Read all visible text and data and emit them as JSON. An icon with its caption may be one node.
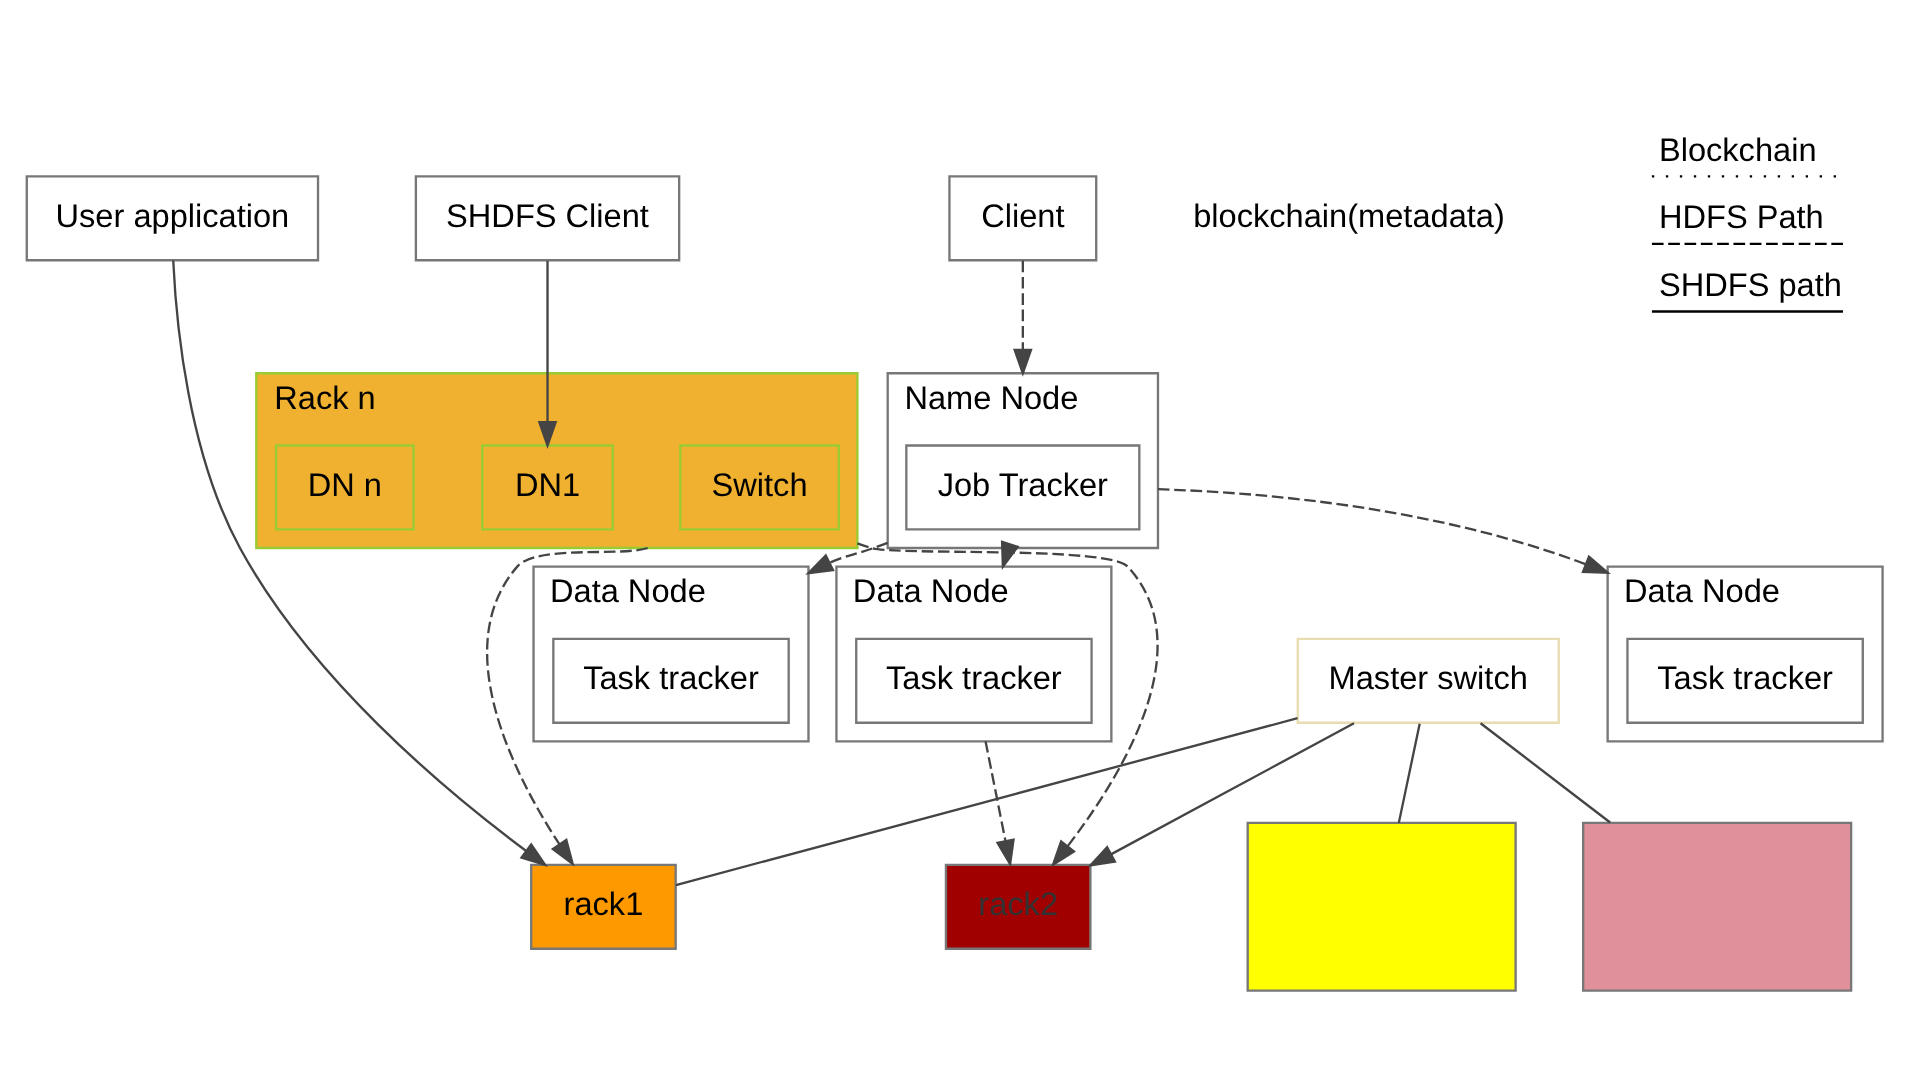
{
  "diagram": {
    "nodes": [
      {
        "text": [
          "User application"
        ]
      },
      {
        "text": [
          "Client"
        ]
      },
      {
        "text": [
          "SHDFS Client"
        ]
      },
      {
        "text": [
          "Name Node"
        ]
      },
      {
        "text": [
          "Job Tracker"
        ],
        "in": 3
      },
      {
        "text": [
          "Data Node"
        ]
      },
      {
        "text": [
          "Task tracker"
        ],
        "in": 5
      },
      {
        "text": [
          "Data Node"
        ]
      },
      {
        "text": [
          "Task tracker"
        ],
        "in": 7
      },
      {
        "text": [
          "Data Node"
        ]
      },
      {
        "text": [
          "Task tracker"
        ],
        "in": 9
      },
      {
        "text": [
          "rack1"
        ]
      },
      {
        "text": [
          "rack2"
        ]
      },
      {
        "text": [],
        "shape": "box"
      },
      {
        "text": [],
        "shape": "box"
      },
      {
        "text": [
          "Rack n"
        ]
      },
      {
        "text": [
          "Switch"
        ],
        "in": 15
      },
      {
        "text": [
          "DN1"
        ],
        "in": 15
      },
      {
        "text": [
          "DN n"
        ],
        "in": 15
      },
      {
        "text": [
          "Master switch"
        ]
      }
    ],
    "edges": [
      {
        "from": 1,
        "to": 3,
        "arrow": "to",
        "style": "dashed"
      },
      {
        "from": 3,
        "to": 5,
        "arrow": "to",
        "style": "dashed"
      },
      {
        "from": 3,
        "to": 7,
        "arrow": "to",
        "style": "dashed"
      },
      {
        "from": 3,
        "to": 9,
        "arrow": "to",
        "style": "dashed"
      },
      {
        "from": 7,
        "to": 12,
        "arrow": "to",
        "style": "dashed"
      },
      {
        "from": 0,
        "to": 11,
        "arrow": "to"
      },
      {
        "from": 2,
        "to": 17,
        "arrow": "to"
      },
      {
        "from": 19,
        "to": 11,
        "arrow": "none"
      },
      {
        "from": 19,
        "to": 12,
        "arrow": "to"
      },
      {
        "from": 19,
        "to": 13,
        "arrow": "none"
      },
      {
        "from": 19,
        "to": 14,
        "arrow": "none"
      },
      {
        "from": 15,
        "to": 11,
        "arrow": "to",
        "style": "dashed"
      },
      {
        "from": 15,
        "to": 12,
        "arrow": "to",
        "style": "dashed"
      }
    ],
    "labels": [
      "blockchain(metadata)"
    ],
    "legend": [
      {
        "text": "Blockchain"
      },
      {
        "text": "HDFS Path"
      },
      {
        "text": "SHDFS path"
      }
    ]
  }
}
